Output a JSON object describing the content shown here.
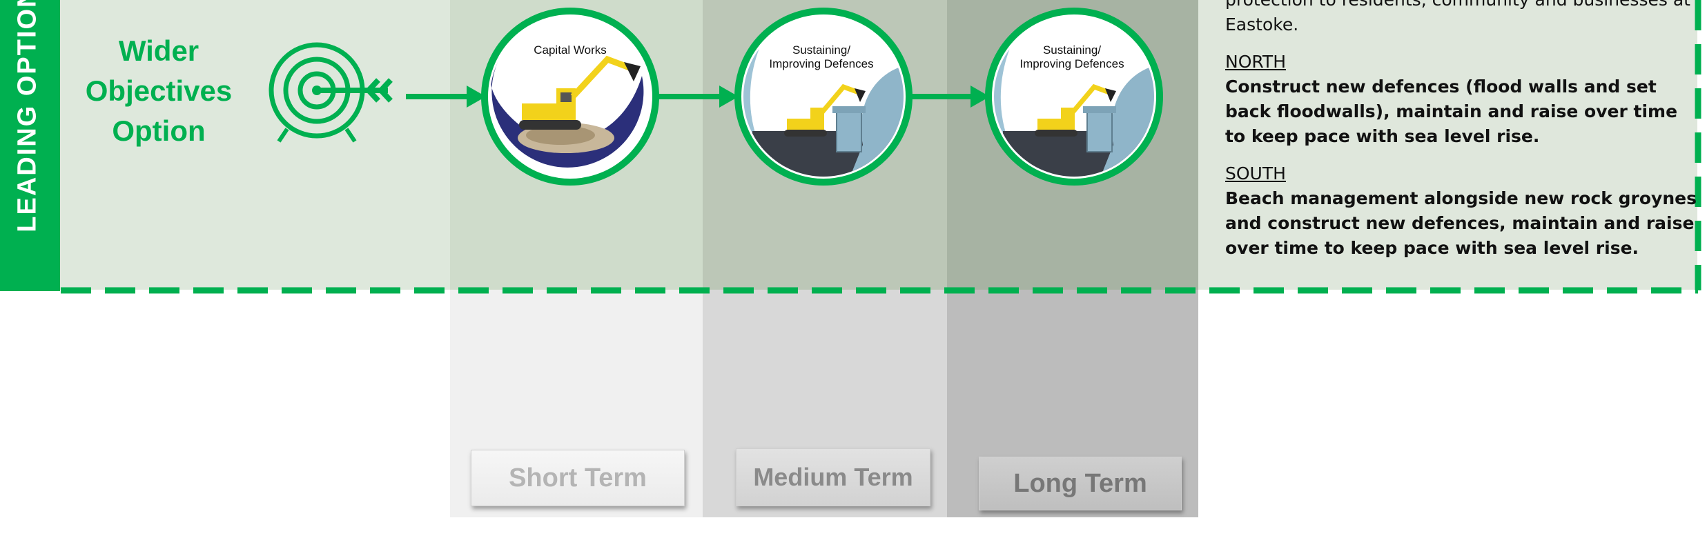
{
  "sidebar": {
    "label": "LEADING OPTION"
  },
  "option": {
    "title": "Wider Objectives Option"
  },
  "stages": {
    "capital": "Capital Works",
    "sustain1_line1": "Sustaining/",
    "sustain1_line2": "Improving Defences",
    "sustain2_line1": "Sustaining/",
    "sustain2_line2": "Improving Defences"
  },
  "terms": {
    "short": "Short Term",
    "medium": "Medium Term",
    "long": "Long Term"
  },
  "description": {
    "intro_line1": "protection to residents, community and businesses at",
    "intro_line2": "Eastoke.",
    "north_heading": "NORTH",
    "north_text": "Construct new defences (flood walls and set back floodwalls), maintain and raise over time to keep pace with sea level rise.",
    "south_heading": "SOUTH",
    "south_text": "Beach management alongside new rock groynes and construct new defences, maintain and raise over time to keep pace with sea level rise."
  },
  "colors": {
    "accent": "#00b050",
    "navy": "#2b2f7a",
    "wave": "#8fb5c9",
    "digger": "#f2d21b"
  },
  "icons": [
    "target-icon",
    "excavator-icon",
    "sea-wall-icon",
    "wave-icon",
    "arrow-right-icon"
  ]
}
